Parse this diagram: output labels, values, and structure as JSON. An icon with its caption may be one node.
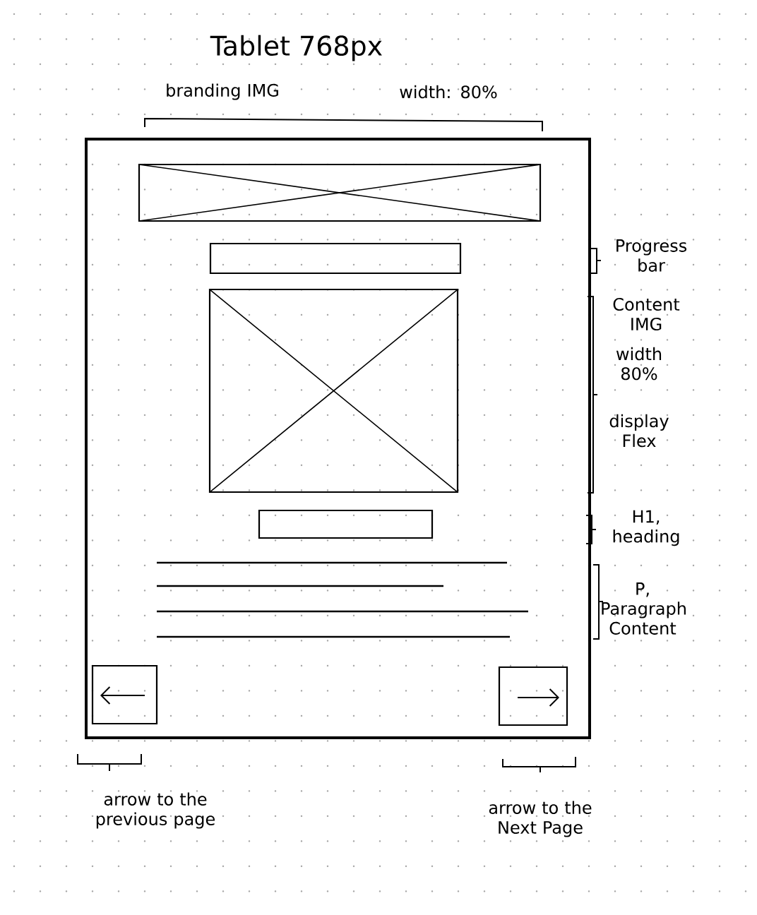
{
  "diagram": {
    "title": "Tablet 768px",
    "labels": [
      "branding IMG",
      "width: 80%",
      "Progress bar",
      "Content IMG",
      "width 80%",
      "display Flex",
      "H1, heading",
      "P, Paragraph Content",
      "arrow to the previous page",
      "arrow to the Next Page"
    ]
  }
}
